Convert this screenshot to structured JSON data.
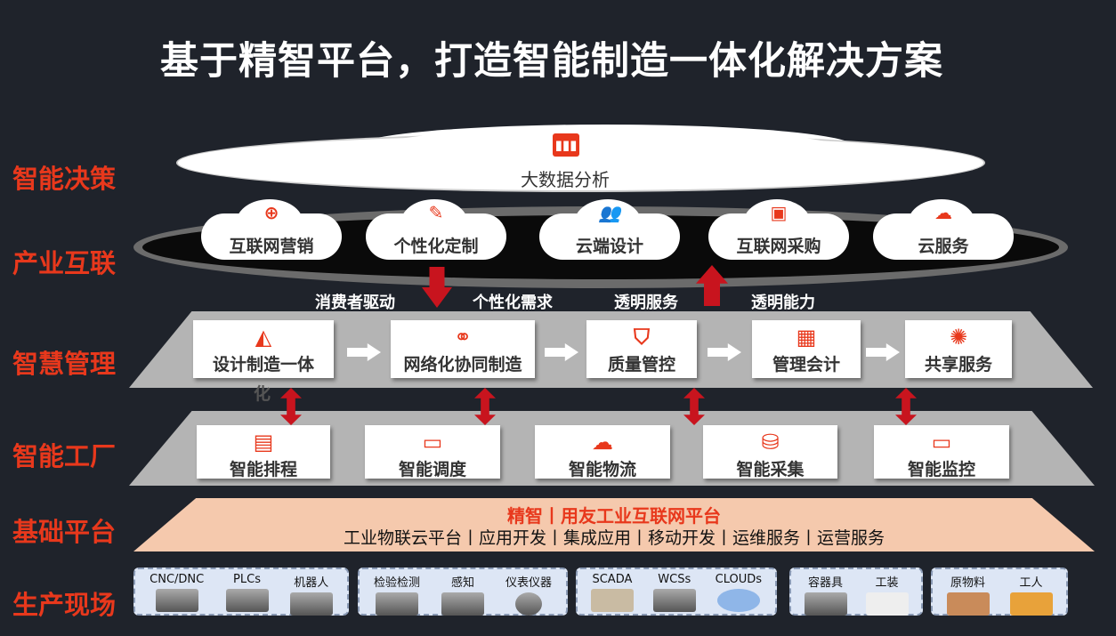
{
  "title": "基于精智平台，打造智能制造一体化解决方案",
  "layers": [
    "智能决策",
    "产业互联",
    "智慧管理",
    "智能工厂",
    "基础平台",
    "生产现场"
  ],
  "decision": {
    "label": "大数据分析",
    "icon": "bar-chart-icon"
  },
  "clouds": [
    {
      "label": "互联网营销",
      "icon": "globe-icon"
    },
    {
      "label": "个性化定制",
      "icon": "tools-icon"
    },
    {
      "label": "云端设计",
      "icon": "users-icon"
    },
    {
      "label": "互联网采购",
      "icon": "cart-icon"
    },
    {
      "label": "云服务",
      "icon": "cloud-icon"
    }
  ],
  "flows": [
    "消费者驱动",
    "个性化需求",
    "透明服务",
    "透明能力"
  ],
  "management": [
    {
      "label": "设计制造一体",
      "extra": "化",
      "icon": "ruler-icon"
    },
    {
      "label": "网络化协同制造",
      "icon": "share-icon"
    },
    {
      "label": "质量管控",
      "icon": "shield-check-icon"
    },
    {
      "label": "管理会计",
      "icon": "calculator-icon"
    },
    {
      "label": "共享服务",
      "icon": "dial-icon"
    }
  ],
  "factory": [
    {
      "label": "智能排程",
      "icon": "schedule-icon"
    },
    {
      "label": "智能调度",
      "icon": "monitor-chart-icon"
    },
    {
      "label": "智能物流",
      "icon": "truck-icon"
    },
    {
      "label": "智能采集",
      "icon": "database-icon"
    },
    {
      "label": "智能监控",
      "icon": "pulse-monitor-icon"
    }
  ],
  "platform": {
    "title": "精智丨用友工业互联网平台",
    "services": "工业物联云平台丨应用开发丨集成应用丨移动开发丨运维服务丨运营服务"
  },
  "field": [
    [
      "CNC/DNC",
      "PLCs",
      "机器人"
    ],
    [
      "检验检测",
      "感知",
      "仪表仪器"
    ],
    [
      "SCADA",
      "WCSs",
      "CLOUDs"
    ],
    [
      "容器具",
      "工装"
    ],
    [
      "原物料",
      "工人"
    ]
  ],
  "colors": {
    "accent": "#e8381c",
    "background": "#1f232b",
    "platform": "#f5c9ad"
  }
}
